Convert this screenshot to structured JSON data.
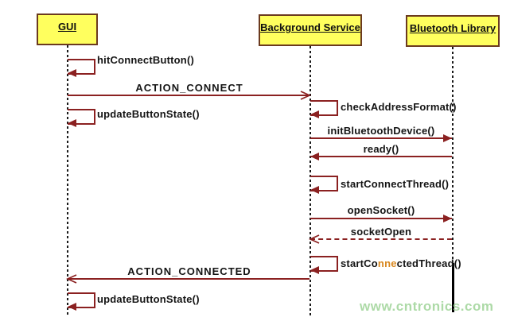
{
  "diagram": {
    "type_label": "uml-sequence-diagram",
    "actors": [
      {
        "name": "GUI"
      },
      {
        "name": "Background Service"
      },
      {
        "name": "Bluetooth Library"
      }
    ],
    "messages": {
      "hit_connect_button": "hitConnectButton()",
      "action_connect": "ACTION_CONNECT",
      "update_button_state_1": "updateButtonState()",
      "check_address_format": "checkAddressFormat()",
      "init_bluetooth_device": "initBluetoothDevice()",
      "ready": "ready()",
      "start_connect_thread": "startConnectThread()",
      "open_socket": "openSocket()",
      "socket_open": "socketOpen",
      "start_connected_thread": {
        "pre": "startCo",
        "highlight": "nne",
        "post": "ctedThread()"
      },
      "action_connected": "ACTION_CONNECTED",
      "update_button_state_2": "updateButtonState()"
    },
    "watermark": "www.cntronics.com",
    "colors": {
      "box_fill": "#ffff5e",
      "box_border": "#6b3a1f",
      "arrow": "#8b2121",
      "text": "#141414",
      "lifeline": "#1a1a1a",
      "watermark": "#9fd498",
      "highlight": "#d8871e"
    }
  }
}
